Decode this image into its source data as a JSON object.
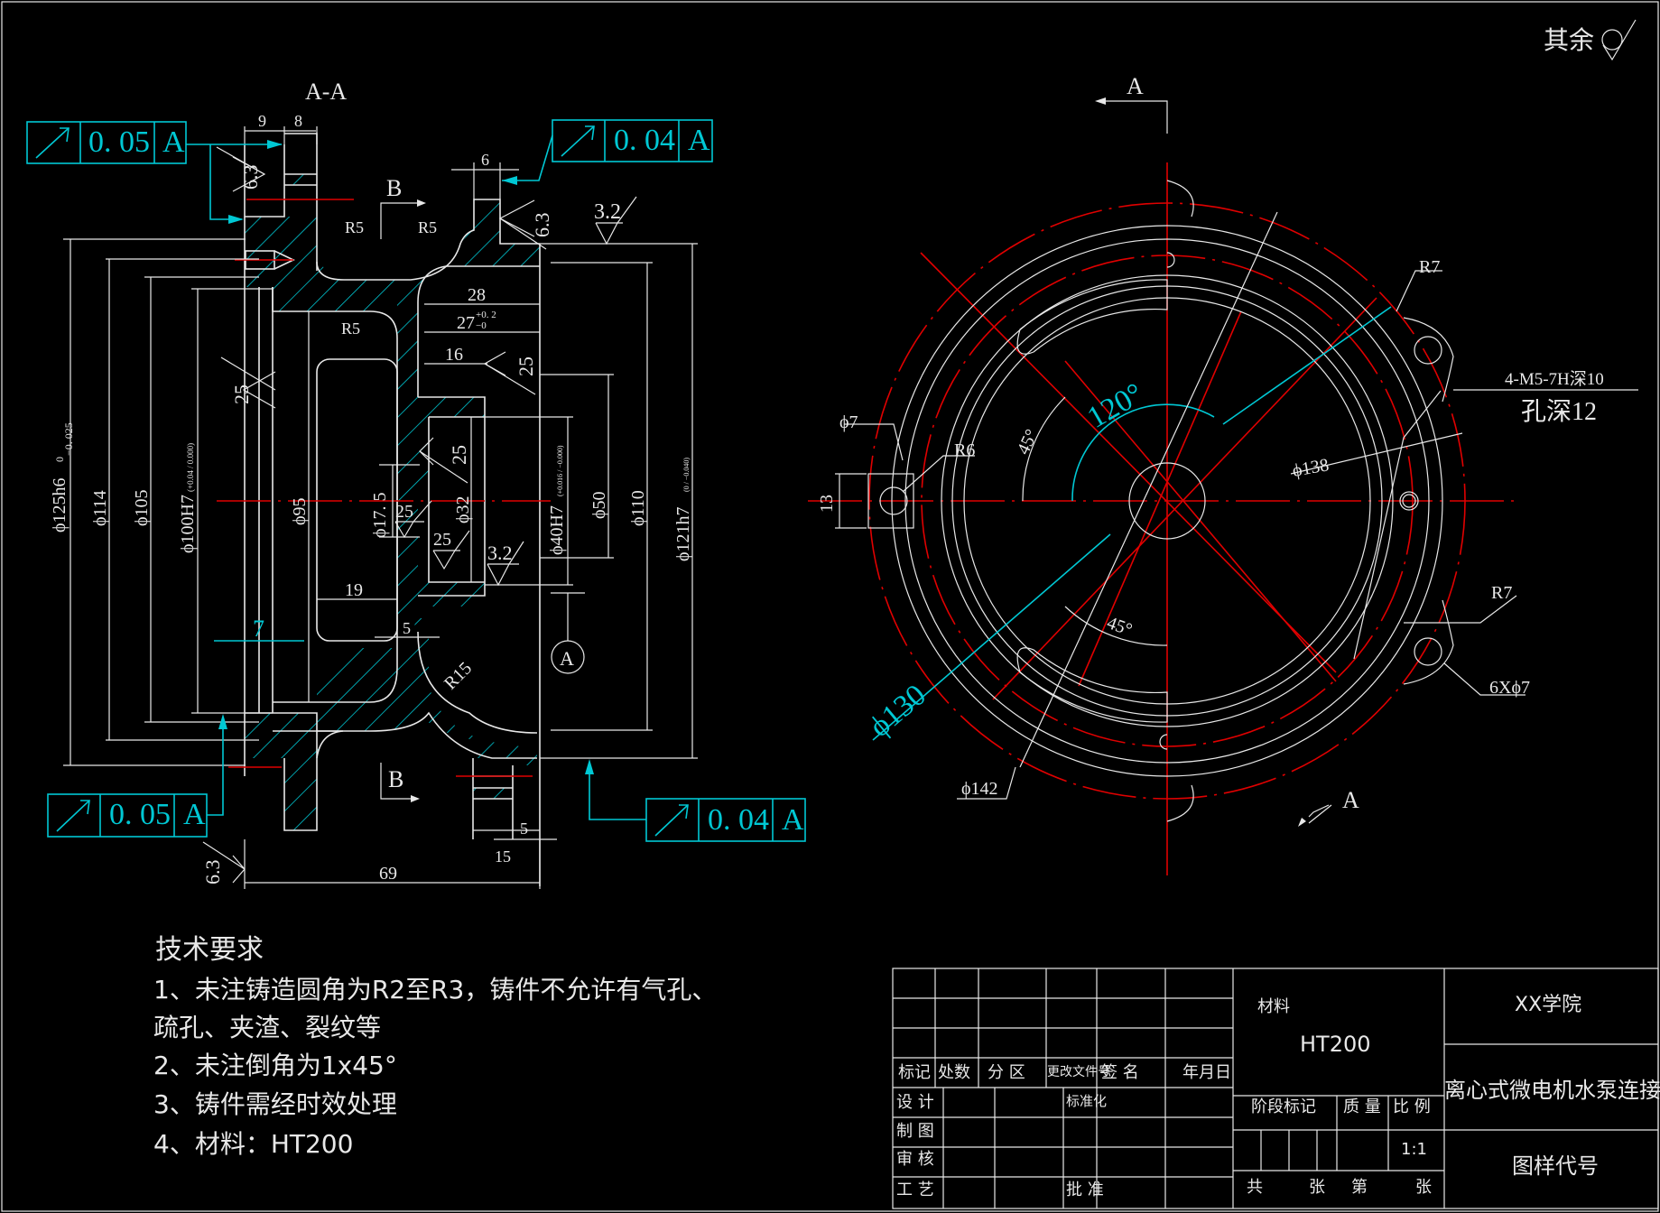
{
  "corner_note": {
    "text": "其余",
    "roughness_symbol": "unmachined-surface-icon"
  },
  "section_view": {
    "title": "A-A",
    "section_marks": [
      "B",
      "B"
    ],
    "gdt_frames": [
      {
        "id": "top-left",
        "symbol": "circular-runout-icon",
        "tolerance": "0. 05",
        "datum": "A"
      },
      {
        "id": "top-right",
        "symbol": "circular-runout-icon",
        "tolerance": "0. 04",
        "datum": "A"
      },
      {
        "id": "bottom-left",
        "symbol": "circular-runout-icon",
        "tolerance": "0. 05",
        "datum": "A"
      },
      {
        "id": "bottom-right",
        "symbol": "circular-runout-icon",
        "tolerance": "0. 04",
        "datum": "A"
      }
    ],
    "datum_label": "A",
    "dimensions": {
      "d9": "9",
      "d8": "8",
      "d6": "6",
      "r5a": "R5",
      "r5b": "R5",
      "r5c": "R5",
      "r15": "R15",
      "d28": "28",
      "d27": "27",
      "d27_tol_upper": "+0. 2",
      "d27_tol_lower": "−0",
      "d16": "16",
      "d19": "19",
      "d5a": "5",
      "d5b": "5",
      "d7": "7",
      "d15": "15",
      "d69": "69",
      "phi125": "ϕ125h6",
      "phi125_tol_upper": "0",
      "phi125_tol_lower": "−0. 025",
      "phi114": "ϕ114",
      "phi105": "ϕ105",
      "phi100": "ϕ100H7",
      "phi100_tol": "(+0.04 / 0.000)",
      "phi95": "ϕ95",
      "phi17_5": "ϕ17. 5",
      "phi32": "ϕ32",
      "phi40": "ϕ40H7",
      "phi40_tol": "(+0.016 / −0.000)",
      "phi50": "ϕ50",
      "phi110": "ϕ110",
      "phi121": "ϕ121h7",
      "phi121_tol": "(0 / −0.040)"
    },
    "roughness": [
      "6.3",
      "6.3",
      "3.2",
      "25",
      "25",
      "25",
      "25",
      "25",
      "3.2",
      "6.3"
    ]
  },
  "end_view": {
    "section_marks": [
      "A",
      "A"
    ],
    "dimensions": {
      "r7a": "R7",
      "r7b": "R7",
      "r6": "R6",
      "phi7": "ϕ7",
      "d13": "13",
      "phi138": "ϕ138",
      "phi130": "ϕ130",
      "phi142": "ϕ142",
      "angle120": "120°",
      "angle45a": "45°",
      "angle45b": "45°",
      "holes6": "6Xϕ7"
    },
    "thread_note_line1": "4-M5-7H深10",
    "thread_note_line2": "孔深12"
  },
  "tech_requirements": {
    "title": "技术要求",
    "lines": [
      "1、未注铸造圆角为R2至R3，铸件不允许有气孔、",
      "疏孔、夹渣、裂纹等",
      "2、未注倒角为1x45°",
      "3、铸件需经时效处理",
      "4、材料：HT200"
    ]
  },
  "title_block": {
    "headers": [
      "标记",
      "处数",
      "分 区",
      "更改文件号",
      "签 名",
      "年月日"
    ],
    "roles": [
      "设 计",
      "制 图",
      "审 核",
      "工 艺"
    ],
    "standardization": "标准化",
    "approval": "批 准",
    "material_label": "材料",
    "material_value": "HT200",
    "stage_mark": "阶段标记",
    "mass": "质 量",
    "scale_label": "比 例",
    "scale_value": "1:1",
    "sheet_total": "共",
    "sheet_unit1": "张",
    "sheet_no": "第",
    "sheet_unit2": "张",
    "school": "XX学院",
    "part_name": "离心式微电机水泵连接座",
    "drawing_code": "图样代号"
  }
}
